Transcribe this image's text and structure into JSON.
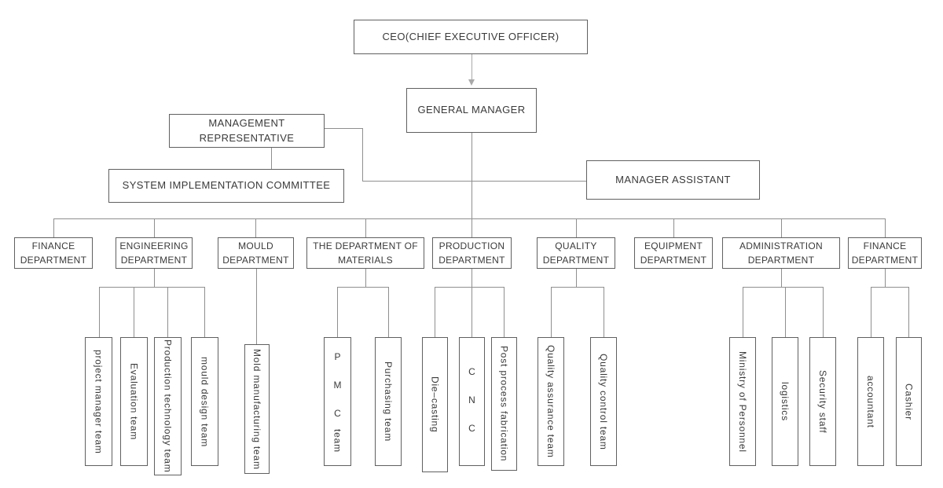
{
  "palette": {
    "background": "#ffffff",
    "box_border": "#606060",
    "connector_line": "#8f8f8f",
    "arrow": "#a9a9a9",
    "text": "#3a3a3a"
  },
  "org_chart": {
    "executive": {
      "ceo": "CEO(CHIEF EXECUTIVE OFFICER)",
      "general_manager": "GENERAL MANAGER",
      "management_representative": "MANAGEMENT REPRESENTATIVE",
      "system_implementation_committee": "SYSTEM IMPLEMENTATION COMMITTEE",
      "manager_assistant": "MANAGER ASSISTANT"
    },
    "departments": [
      {
        "label": "FINANCE DEPARTMENT",
        "teams": []
      },
      {
        "label": "ENGINEERING DEPARTMENT",
        "teams": [
          "project manager team",
          "Evaluation team",
          "Production technology team",
          "mould design team"
        ]
      },
      {
        "label": "MOULD DEPARTMENT",
        "teams": [
          "Mold manufacturing team"
        ]
      },
      {
        "label": "THE DEPARTMENT OF MATERIALS",
        "teams": [
          {
            "acronym": "P M C",
            "suffix": "team"
          },
          "Purchasing team"
        ]
      },
      {
        "label": "PRODUCTION DEPARTMENT",
        "teams": [
          "Die–casting",
          {
            "acronym": "C N C"
          },
          "Post process fabrication"
        ]
      },
      {
        "label": "QUALITY DEPARTMENT",
        "teams": [
          "Quality assurance team",
          "Quality control team"
        ]
      },
      {
        "label": "EQUIPMENT DEPARTMENT",
        "teams": []
      },
      {
        "label": "ADMINISTRATION DEPARTMENT",
        "teams": [
          "Ministry of Personnel",
          "logistics",
          "Security staff"
        ]
      },
      {
        "label": "FINANCE DEPARTMENT",
        "teams": [
          "accountant",
          "Cashier"
        ]
      }
    ]
  }
}
